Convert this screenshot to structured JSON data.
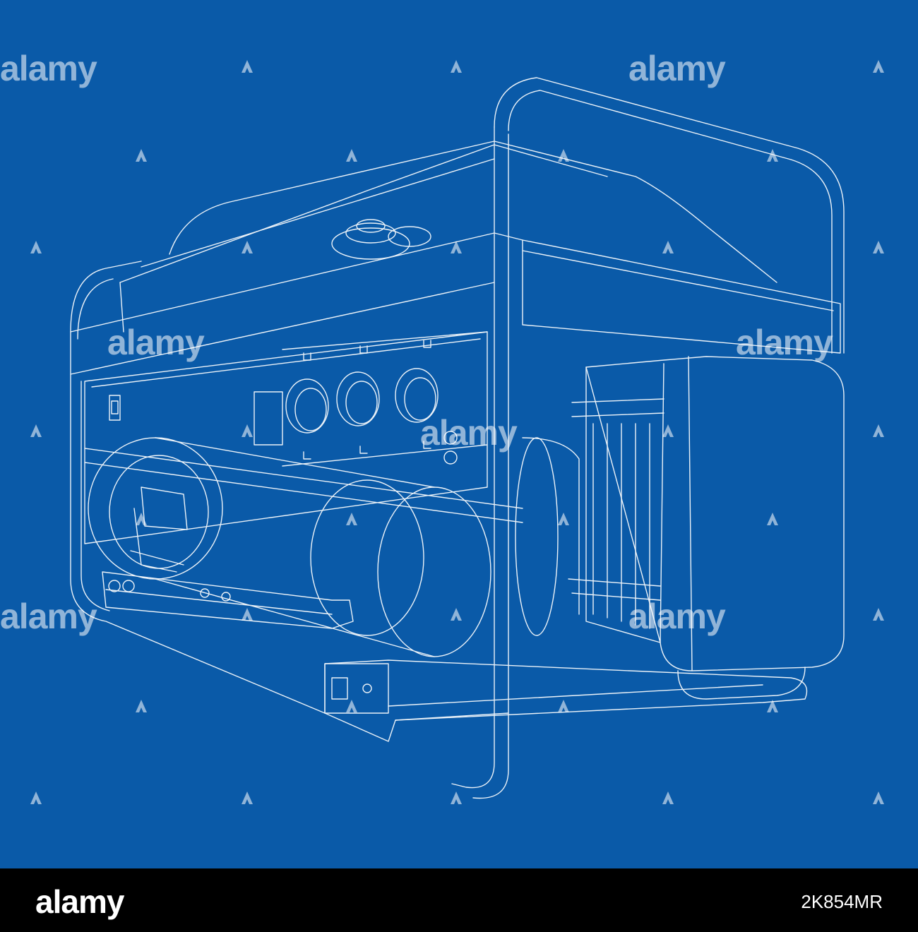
{
  "watermark": {
    "brand": "alamy",
    "brand_color": "#ffffff",
    "icon": "alamy-a-icon"
  },
  "background_color": "#0a5aa8",
  "line_color": "#ffffff",
  "footer": {
    "logo": "alamy",
    "image_id": "2K854MR",
    "background_color": "#000000"
  }
}
